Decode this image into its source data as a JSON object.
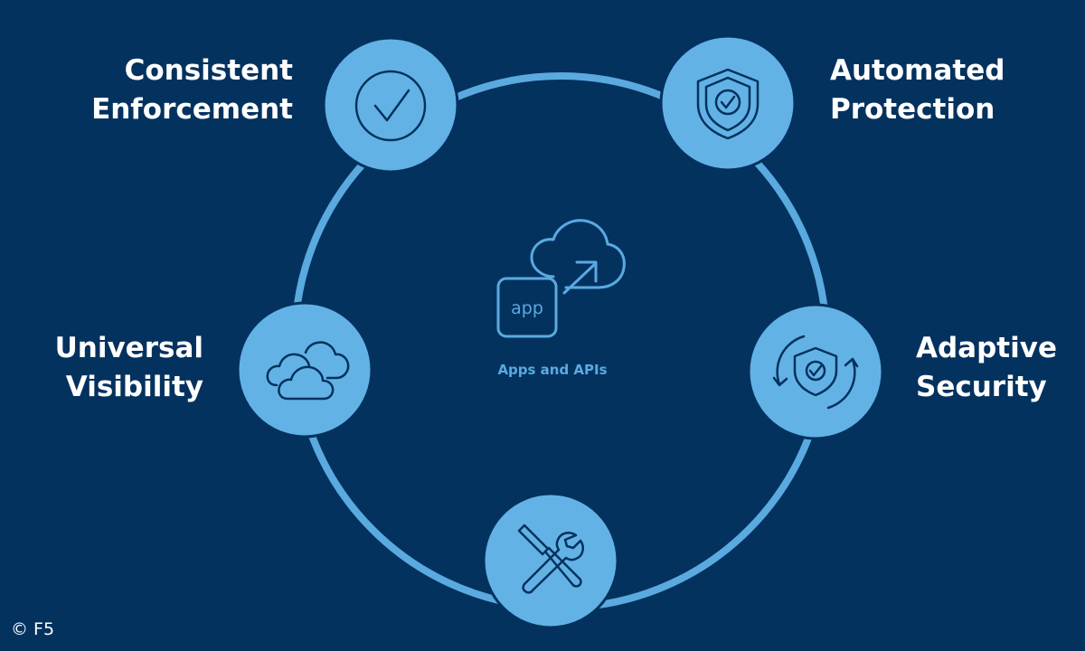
{
  "diagram": {
    "center": {
      "caption": "Apps and APIs",
      "app_badge": "app",
      "icon": "app-cloud-migrate-icon"
    },
    "nodes": [
      {
        "id": "consistent-enforcement",
        "lines": [
          "Consistent",
          "Enforcement"
        ],
        "icon": "checkmark-circle-icon"
      },
      {
        "id": "automated-protection",
        "lines": [
          "Automated",
          "Protection"
        ],
        "icon": "shield-check-icon"
      },
      {
        "id": "adaptive-security",
        "lines": [
          "Adaptive",
          "Security"
        ],
        "icon": "shield-refresh-icon"
      },
      {
        "id": "universal-visibility",
        "lines": [
          "Universal",
          "Visibility"
        ],
        "icon": "clouds-icon"
      },
      {
        "id": "tools",
        "lines": [],
        "icon": "tools-icon"
      }
    ],
    "colors": {
      "background": "#04325f",
      "ring": "#5aaae0",
      "node_fill": "#63b2e5",
      "icon_stroke": "#03325e",
      "text": "#ffffff"
    }
  },
  "footer": {
    "copyright": "© F5"
  }
}
